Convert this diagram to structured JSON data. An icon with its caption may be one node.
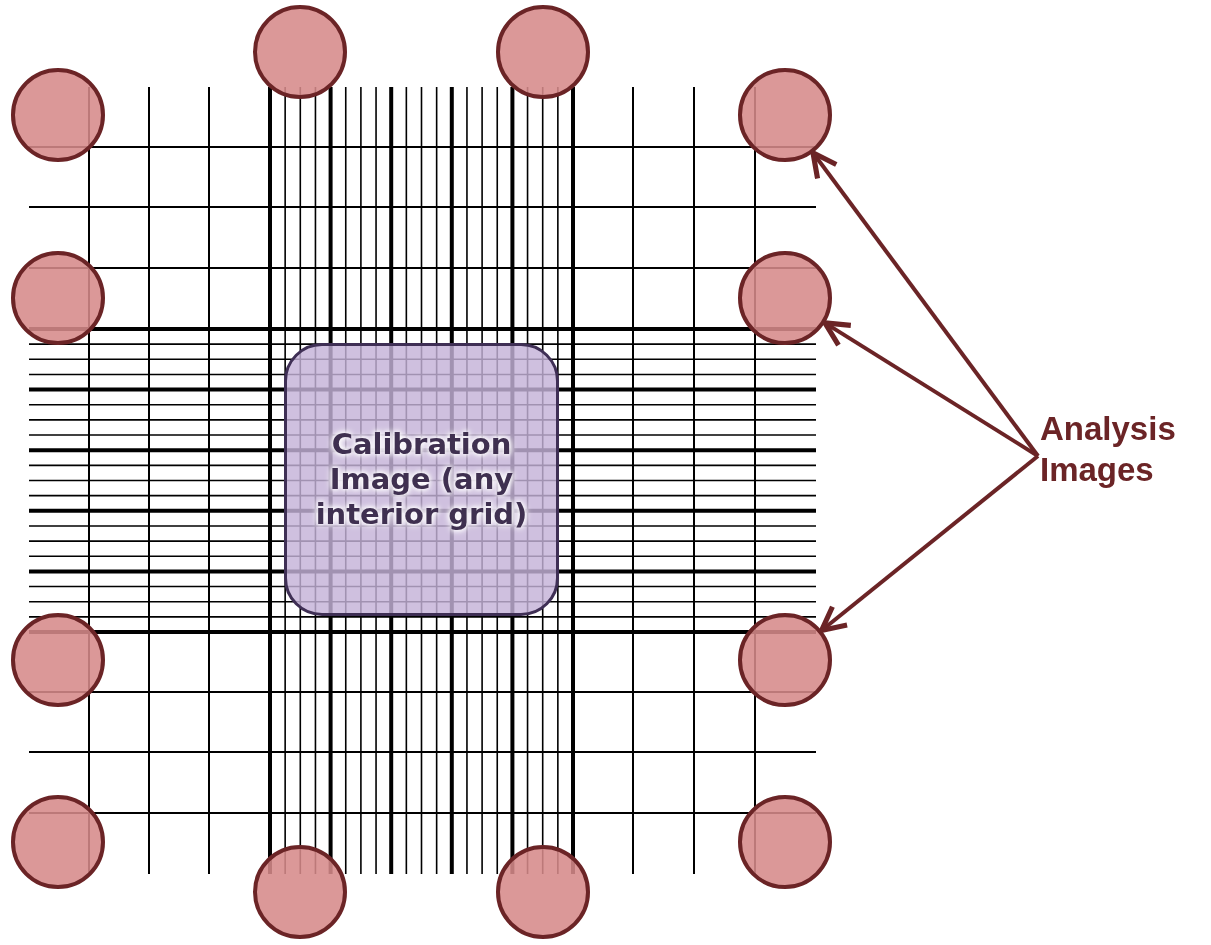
{
  "diagram": {
    "nodes": [
      {
        "text": [],
        "shape": "circle"
      },
      {
        "text": [],
        "shape": "circle"
      },
      {
        "text": [],
        "shape": "circle"
      },
      {
        "text": [],
        "shape": "circle"
      },
      {
        "text": [],
        "shape": "circle"
      },
      {
        "text": [],
        "shape": "circle"
      },
      {
        "text": [],
        "shape": "circle"
      },
      {
        "text": [],
        "shape": "circle"
      },
      {
        "text": [],
        "shape": "circle"
      },
      {
        "text": [],
        "shape": "circle"
      },
      {
        "text": [],
        "shape": "circle"
      },
      {
        "text": [],
        "shape": "circle"
      },
      {
        "text": [
          "Calibration Image (any interior grid)"
        ]
      },
      {
        "text": [
          "Analysis Images"
        ]
      }
    ],
    "edges": [
      {
        "from": 13,
        "to": 3,
        "arrow": "to"
      },
      {
        "from": 13,
        "to": 5,
        "arrow": "to"
      },
      {
        "from": 13,
        "to": 7,
        "arrow": "to"
      }
    ]
  }
}
